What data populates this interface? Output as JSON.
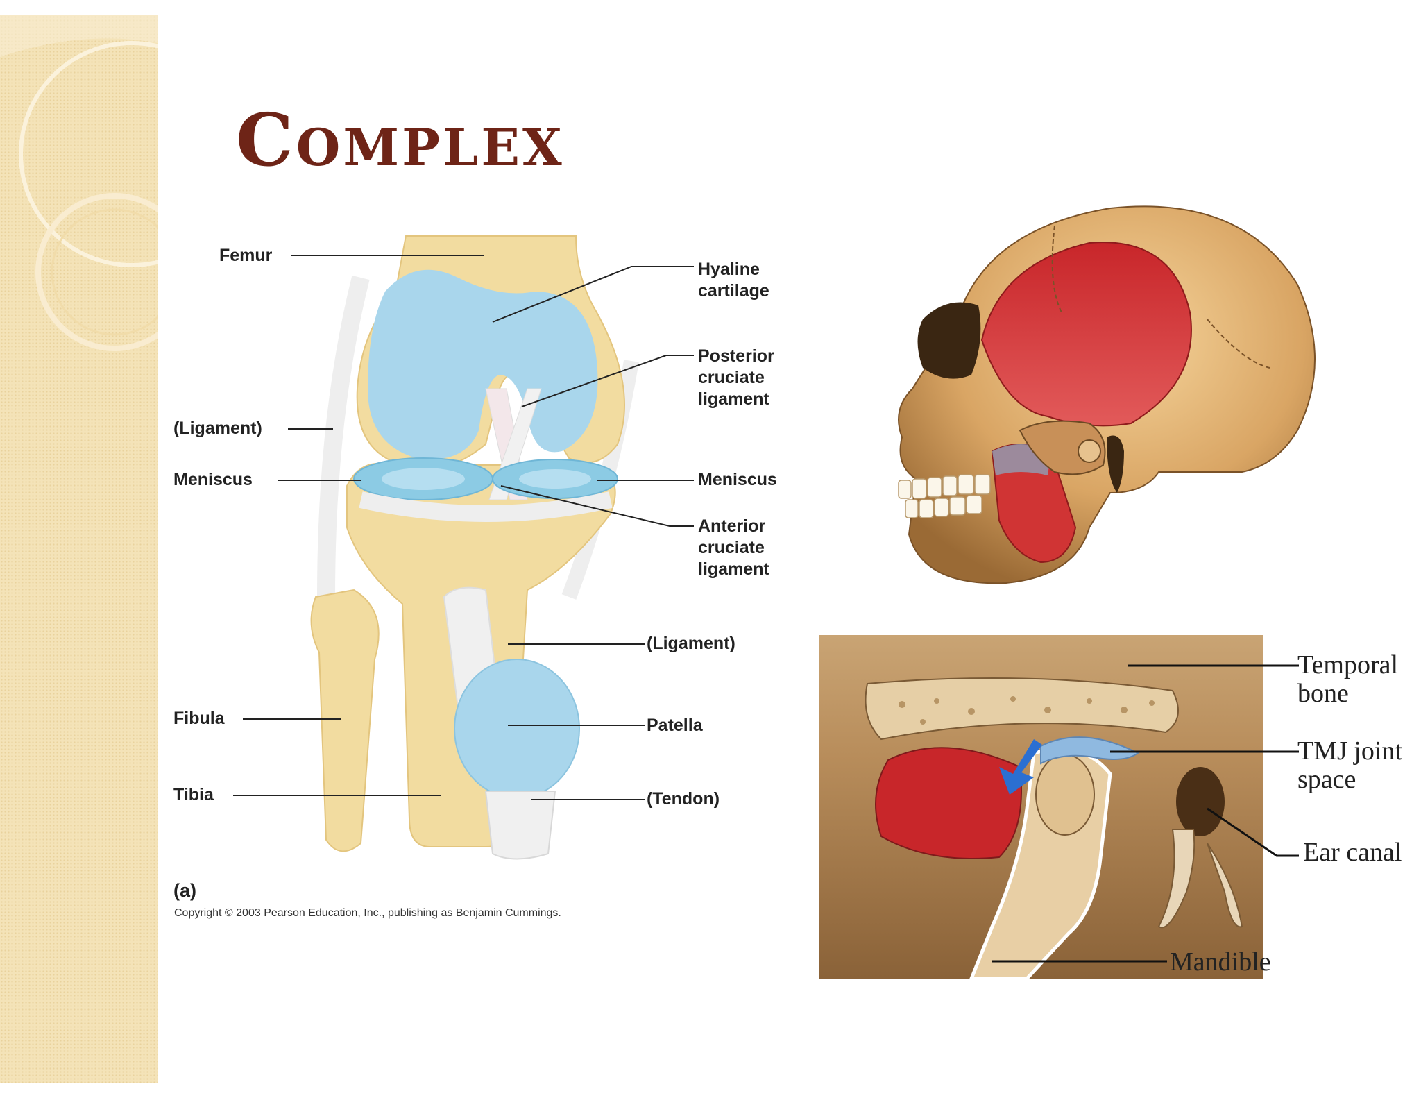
{
  "slide": {
    "title": "Complex"
  },
  "knee_figure": {
    "labels": {
      "femur": "Femur",
      "hyaline_cartilage": "Hyaline\ncartilage",
      "posterior_cruciate": "Posterior\ncruciate\nligament",
      "ligament_left": "(Ligament)",
      "meniscus_left": "Meniscus",
      "meniscus_right": "Meniscus",
      "anterior_cruciate": "Anterior\ncruciate\nligament",
      "ligament_right": "(Ligament)",
      "fibula": "Fibula",
      "patella": "Patella",
      "tibia": "Tibia",
      "tendon": "(Tendon)"
    },
    "part_letter": "(a)",
    "copyright": "Copyright © 2003 Pearson Education, Inc., publishing as Benjamin Cummings."
  },
  "skull_figure": {
    "description_icon": "skull-with-jaw-muscles"
  },
  "tmj_figure": {
    "labels": {
      "temporal_bone": "Temporal\nbone",
      "tmj_joint_space": "TMJ joint\nspace",
      "ear_canal": "Ear canal",
      "mandible": "Mandible"
    }
  },
  "colors": {
    "title": "#6e2417",
    "side_band": "#f4e3b8",
    "bone": "#f2dca0",
    "cartilage": "#a9d6ec",
    "muscle": "#c8262a"
  }
}
